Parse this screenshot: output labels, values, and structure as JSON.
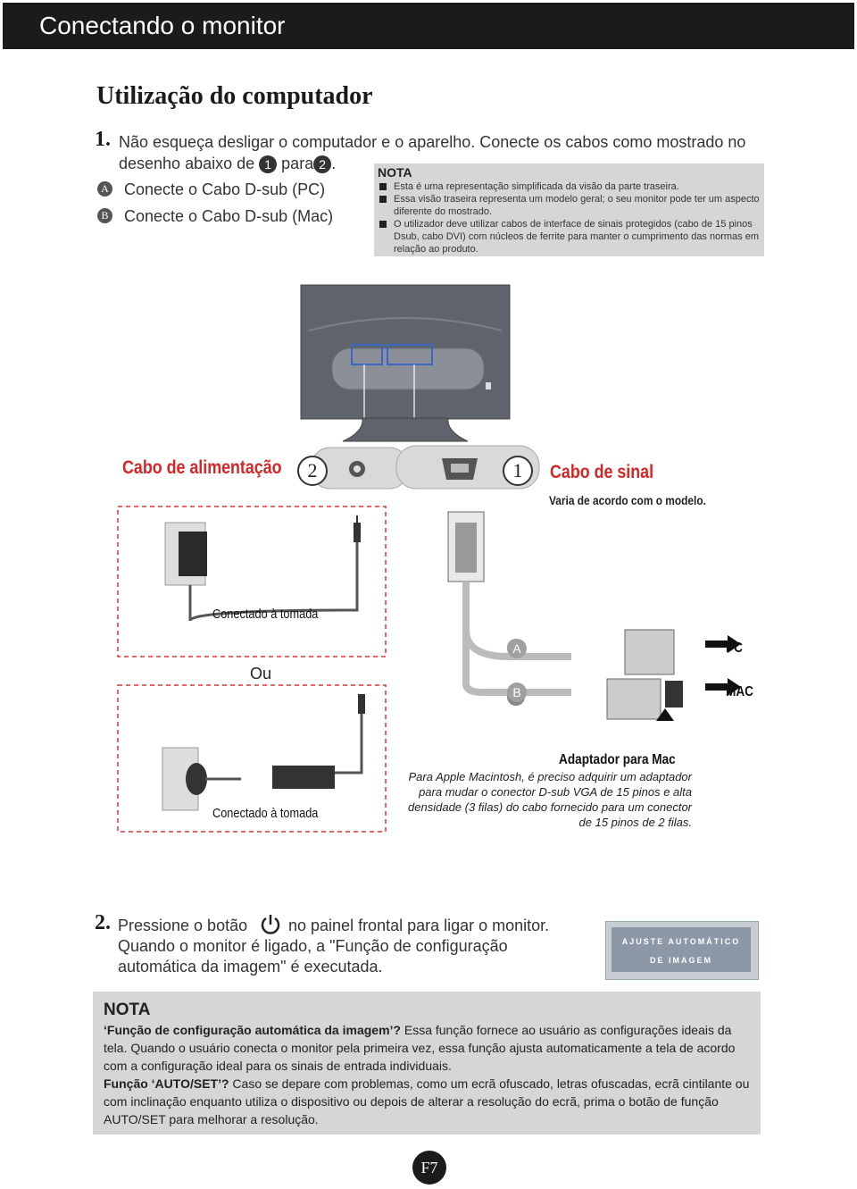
{
  "header": {
    "title": "Conectando o monitor"
  },
  "section_title": "Utilização do computador",
  "step1": {
    "number": "1.",
    "line1": "Não esqueça desligar o computador e o aparelho. Conecte os cabos como mostrado no",
    "line2_prefix": "desenho abaixo de",
    "circle1": "1",
    "line2_mid": "para",
    "circle2": "2",
    "line2_suffix": ".",
    "items": [
      {
        "letter": "A",
        "text": "Conecte o Cabo D-sub (PC)"
      },
      {
        "letter": "B",
        "text": "Conecte o Cabo D-sub (Mac)"
      }
    ]
  },
  "note1": {
    "title": "NOTA",
    "items": [
      "Esta é uma representação simplificada da visão da parte traseira.",
      "Essa visão traseira representa um modelo geral; o seu monitor pode ter um aspecto diferente do mostrado.",
      "O utilizador deve utilizar cabos de interface de sinais protegidos (cabo de 15 pinos  Dsub, cabo DVI) com núcleos de ferrite para manter o cumprimento das normas em relação ao produto."
    ]
  },
  "diagram": {
    "power_label": "Cabo de alimentação",
    "power_num": "2",
    "signal_num": "1",
    "signal_label": "Cabo de sinal",
    "varies": "Varia de acordo com o modelo.",
    "outlet1": "Conectado à tomada",
    "or_label": "Ou",
    "outlet2": "Conectado à tomada",
    "letter_a": "A",
    "letter_b": "B",
    "pc": "PC",
    "mac": "MAC",
    "adapter_title": "Adaptador para  Mac",
    "adapter_text": "Para Apple Macintosh, é preciso adquirir um adaptador para mudar o conector D-sub VGA de 15 pinos e alta densidade (3 filas) do cabo fornecido para um conector de 15 pinos de 2 filas."
  },
  "step2": {
    "number": "2.",
    "line1_a": "Pressione o botão",
    "line1_b": "no painel frontal para ligar o monitor.",
    "line2": "Quando o monitor é ligado, a \"Função de configuração",
    "line3": "automática da imagem\" é executada.",
    "auto_line1": "AJUSTE AUTOMÁTICO",
    "auto_line2": "DE IMAGEM"
  },
  "note2": {
    "title": "NOTA",
    "p1_bold": "‘Função de configuração automática da imagem’?",
    "p1_text": " Essa função fornece ao usuário as configurações ideais da tela. Quando o usuário conecta o monitor pela primeira vez, essa função ajusta automaticamente a tela de acordo com a configuração ideal para os sinais de entrada individuais.",
    "p2_bold": "Função ‘AUTO/SET’?",
    "p2_text": " Caso se depare com problemas, como um ecrã ofuscado, letras ofuscadas, ecrã cintilante ou com inclinação enquanto utiliza o dispositivo ou depois de alterar a resolução do ecrã, prima o botão de função AUTO/SET para melhorar a resolução."
  },
  "page_number": "F7"
}
